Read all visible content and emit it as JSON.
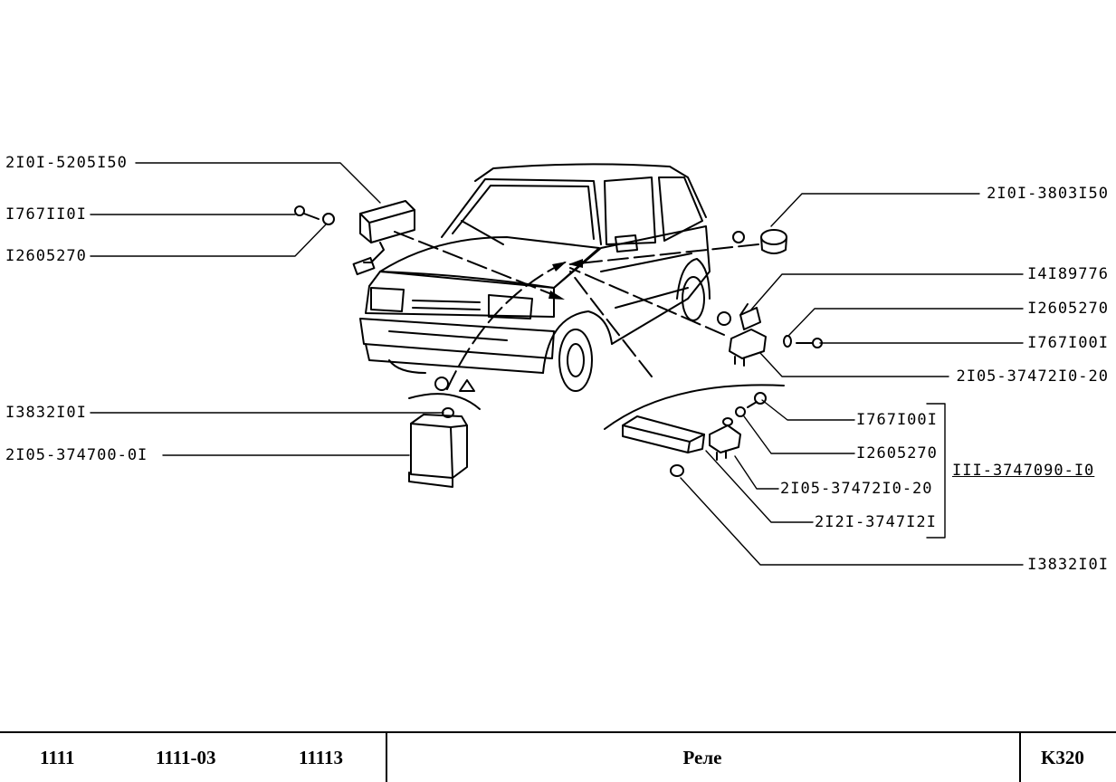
{
  "colors": {
    "ink": "#000000",
    "paper": "#ffffff"
  },
  "parts_left": {
    "p1": "2I0I-5205I50",
    "p2": "I767II0I",
    "p3": "I2605270",
    "p4": "I3832I0I",
    "p5": "2I05-374700-0I"
  },
  "parts_right": {
    "r1": "2I0I-3803I50",
    "r2": "I4I89776",
    "r3": "I2605270",
    "r4": "I767I00I",
    "r5": "2I05-37472I0-20"
  },
  "kit": {
    "k1": "I767I00I",
    "k2": "I2605270",
    "k3": "2I05-37472I0-20",
    "k4": "2I2I-3747I2I",
    "assembly": "III-3747090-I0",
    "k5": "I3832I0I"
  },
  "footer": {
    "model1": "1111",
    "model2": "1111-03",
    "model3": "11113",
    "title": "Реле",
    "code": "K320"
  }
}
